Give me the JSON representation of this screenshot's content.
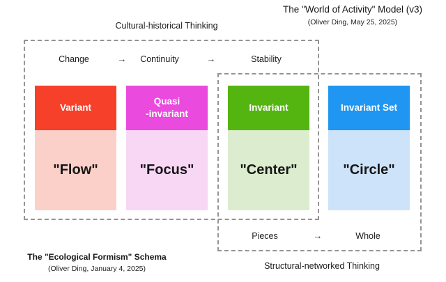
{
  "header": {
    "title": "The \"World of Activity\" Model (v3)",
    "subtitle": "(Oliver Ding, May 25, 2025)"
  },
  "cultural": {
    "label": "Cultural-historical Thinking",
    "terms": [
      "Change",
      "Continuity",
      "Stability"
    ],
    "arrow": "→"
  },
  "structural": {
    "label": "Structural-networked Thinking",
    "terms": [
      "Pieces",
      "Whole"
    ],
    "arrow": "→"
  },
  "columns": [
    {
      "header": "Variant",
      "body": "\"Flow\"",
      "header_color": "#f6402a",
      "body_color": "#fbd0c9"
    },
    {
      "header": "Quasi\n-invariant",
      "body": "\"Focus\"",
      "header_color": "#ea4ade",
      "body_color": "#f8d7f5"
    },
    {
      "header": "Invariant",
      "body": "\"Center\"",
      "header_color": "#54b510",
      "body_color": "#dbedce"
    },
    {
      "header": "Invariant Set",
      "body": "\"Circle\"",
      "header_color": "#1e96f2",
      "body_color": "#cde3fa"
    }
  ],
  "footer": {
    "title": "The \"Ecological Formism\" Schema",
    "subtitle": "(Oliver Ding, January 4, 2025)"
  },
  "colors": {
    "dashed_border": "#949494",
    "background": "#ffffff",
    "text": "#1b1b1b"
  }
}
